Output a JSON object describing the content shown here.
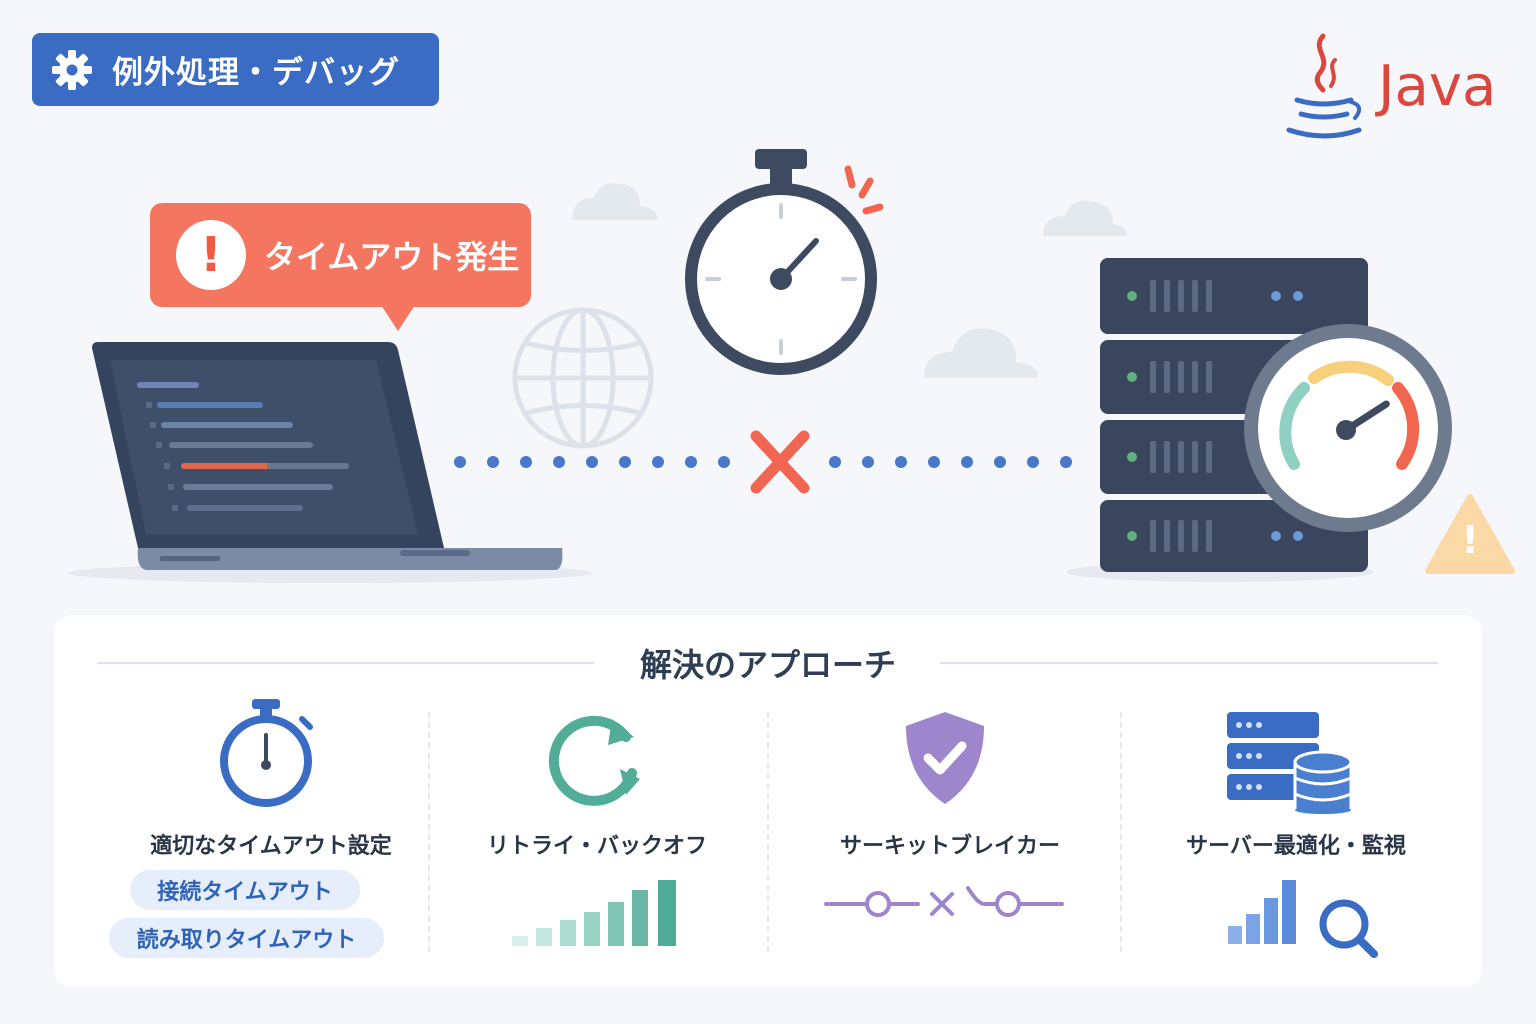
{
  "header": {
    "category": "例外処理・デバッグ",
    "logo_text": "Java"
  },
  "scene": {
    "alert_text": "タイムアウト発生",
    "alert_mark": "!",
    "warning_mark": "!",
    "gauge_level": 0.72
  },
  "approaches": {
    "title": "解決のアプローチ",
    "items": [
      {
        "label": "適切なタイムアウト設定",
        "icon": "stopwatch-icon",
        "tags": [
          "接続タイムアウト",
          "読み取りタイムアウト"
        ]
      },
      {
        "label": "リトライ・バックオフ",
        "icon": "refresh-icon",
        "tags": []
      },
      {
        "label": "サーキットブレイカー",
        "icon": "shield-check-icon",
        "tags": []
      },
      {
        "label": "サーバー最適化・監視",
        "icon": "server-database-icon",
        "tags": []
      }
    ]
  },
  "colors": {
    "brand_blue": "#3a6cc4",
    "alert": "#f47560",
    "dark": "#3d4a60",
    "teal": "#52ad98",
    "purple": "#9d86cc",
    "java_red": "#d9473f"
  }
}
